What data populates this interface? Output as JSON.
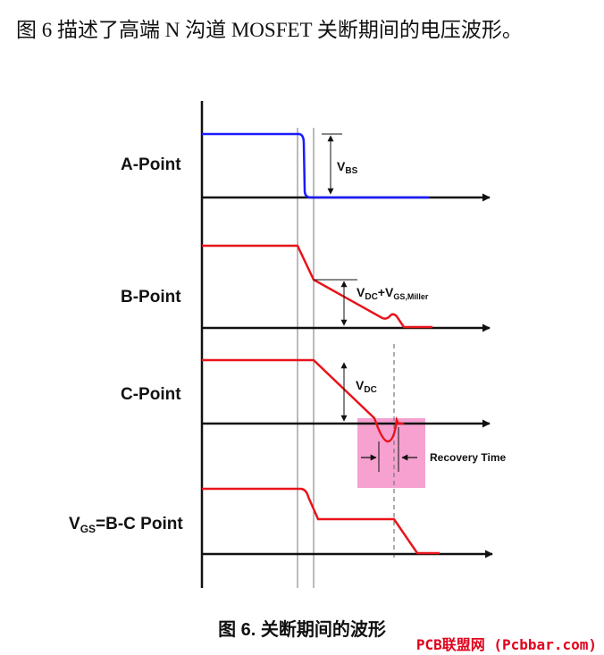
{
  "intro_text": "图 6 描述了高端 N 沟道 MOSFET 关断期间的电压波形。",
  "labels": {
    "a_point": "A-Point",
    "b_point": "B-Point",
    "c_point": "C-Point",
    "vgs_v": "V",
    "vgs_sub": "GS",
    "vgs_rest": "=B-C Point"
  },
  "annotations": {
    "vbs_v": "V",
    "vbs_sub": "BS",
    "vdc_miller_v1": "V",
    "vdc_miller_sub1": "DC",
    "vdc_miller_plus": "+V",
    "vdc_miller_sub2": "GS,Miller",
    "vdc_v": "V",
    "vdc_sub": "DC",
    "recovery_time": "Recovery Time"
  },
  "caption": "图 6. 关断期间的波形",
  "watermark": "PCB联盟网 (Pcbbar.com)",
  "colors": {
    "a_waveform": "#1a1aff",
    "waveforms": "#e8141b",
    "highlight": "#f590c8",
    "axes": "#111111",
    "guides": "#777777"
  }
}
